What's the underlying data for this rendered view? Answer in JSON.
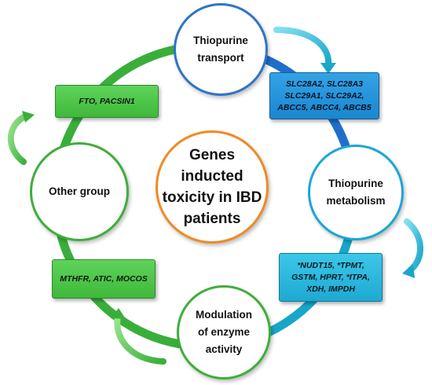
{
  "center": {
    "label": "Genes\ninducted\ntoxicity in IBD\npatients"
  },
  "nodes": {
    "transport": {
      "label": "Thiopurine\ntransport"
    },
    "metabolism": {
      "label": "Thiopurine\nmetabolism"
    },
    "modulation": {
      "label": "Modulation\nof enzyme\nactivity"
    },
    "other": {
      "label": "Other group"
    }
  },
  "boxes": {
    "transport_genes": {
      "text": "SLC28A2, SLC28A3\nSLC29A1, SLC29A2,\nABCC5, ABCC4, ABCB5"
    },
    "metabolism_genes": {
      "text": "*NUDT15, *TPMT,\nGSTM, HPRT, *ITPA,\nXDH, IMPDH"
    },
    "modulation_genes": {
      "text": "MTHFR, ATIC, MOCOS"
    },
    "other_genes": {
      "text": "FTO, PACSIN1"
    }
  },
  "colors": {
    "ring_green": "#3aae3a",
    "ring_blue": "#1f6fc9",
    "ring_cyan": "#18a6c8",
    "center_ring": "#f08a24",
    "transport_ring": "#2f74c8",
    "metabolism_ring": "#1aa7d6",
    "modulation_ring": "#3fae3a",
    "other_ring": "#3fae3a"
  }
}
